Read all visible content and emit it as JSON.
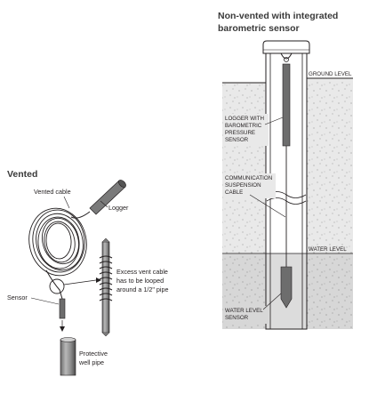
{
  "right_panel": {
    "title_line1": "Non-vented with integrated",
    "title_line2": "barometric sensor",
    "ground_level": "GROUND LEVEL",
    "logger_line1": "LOGGER WITH",
    "logger_line2": "BAROMETRIC",
    "logger_line3": "PRESSURE",
    "logger_line4": "SENSOR",
    "cable_line1": "COMMUNICATION",
    "cable_line2": "SUSPENSION",
    "cable_line3": "CABLE",
    "water_level": "WATER LEVEL",
    "sensor_line1": "WATER LEVEL",
    "sensor_line2": "SENSOR"
  },
  "left_panel": {
    "title": "Vented",
    "vented_cable": "Vented cable",
    "logger": "Logger",
    "excess_line1": "Excess vent cable",
    "excess_line2": "has to be looped",
    "excess_line3": "around a 1/2\" pipe",
    "sensor": "Sensor",
    "pipe_line1": "Protective",
    "pipe_line2": "well pipe"
  }
}
